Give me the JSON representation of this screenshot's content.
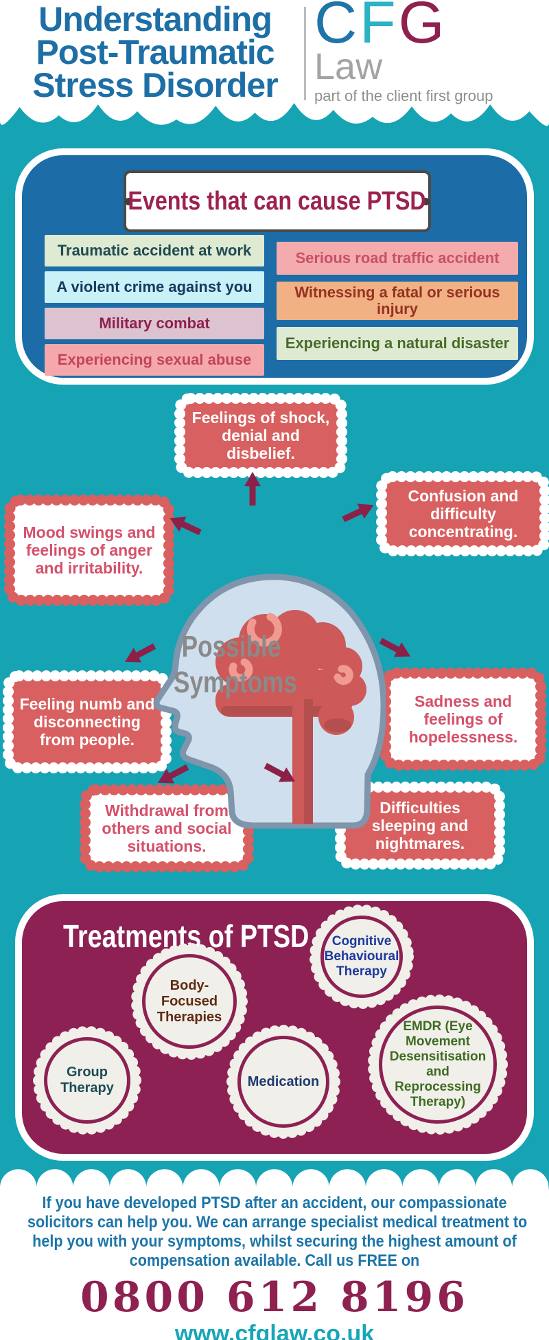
{
  "header": {
    "title_lines": [
      "Understanding",
      "Post-Traumatic",
      "Stress Disorder"
    ],
    "logo": {
      "letters": [
        {
          "ch": "C",
          "color": "#1f74a8"
        },
        {
          "ch": "F",
          "color": "#2ab3c4"
        },
        {
          "ch": "G",
          "color": "#8e2150"
        }
      ],
      "law": "Law",
      "tagline": "part of the client first group"
    }
  },
  "events": {
    "title": "Events that can cause PTSD",
    "left": [
      {
        "label": "Traumatic accident at work",
        "bg": "#dfead2",
        "color": "#1f4a52"
      },
      {
        "label": "A violent crime against you",
        "bg": "#c9f2f8",
        "color": "#173a60"
      },
      {
        "label": "Military combat",
        "bg": "#dcc3cf",
        "color": "#8e2150"
      },
      {
        "label": "Experiencing sexual abuse",
        "bg": "#f5a8ab",
        "color": "#c24458"
      }
    ],
    "right": [
      {
        "label": "Serious road traffic accident",
        "bg": "#f3abad",
        "color": "#c95068"
      },
      {
        "label": "Witnessing a fatal or serious injury",
        "bg": "#f1b185",
        "color": "#953322"
      },
      {
        "label": "Experiencing a natural disaster",
        "bg": "#dfead2",
        "color": "#486c2a"
      }
    ]
  },
  "symptoms": {
    "center_label_lines": [
      "Possible",
      "Symptoms"
    ],
    "items": [
      {
        "text": "Feelings of shock, denial and disbelief.",
        "style": "solid"
      },
      {
        "text": "Confusion and difficulty concentrating.",
        "style": "solid"
      },
      {
        "text": "Mood swings and feelings of anger and irritability.",
        "style": "outline"
      },
      {
        "text": "Feeling numb and disconnecting from people.",
        "style": "solid"
      },
      {
        "text": "Sadness and feelings of hopelessness.",
        "style": "outline"
      },
      {
        "text": "Withdrawal from others and social situations.",
        "style": "outline"
      },
      {
        "text": "Difficulties sleeping and nightmares.",
        "style": "solid"
      }
    ]
  },
  "treatments": {
    "title": "Treatments of PTSD",
    "items": [
      {
        "label": "Cognitive Behavioural Therapy",
        "color": "#1e3a9e"
      },
      {
        "label": "Body-Focused Therapies",
        "color": "#5f2b13"
      },
      {
        "label": "Group Therapy",
        "color": "#1d4d55"
      },
      {
        "label": "Medication",
        "color": "#1d3a70"
      },
      {
        "label": "EMDR (Eye Movement Desensitisation and Reprocessing Therapy)",
        "color": "#3e6b22"
      }
    ]
  },
  "footer": {
    "lines": [
      "If you have developed PTSD after an accident, our compassionate",
      "solicitors can help you. We can arrange specialist medical treatment to",
      "help you with your symptoms, whilst securing the highest amount of",
      "compensation available. Call us FREE on"
    ],
    "phone": "0800 612 8196",
    "website": "www.cfglaw.co.uk"
  },
  "colors": {
    "teal_background": "#16a3b4",
    "events_panel_blue": "#1b6ca7",
    "treatments_maroon": "#8d2153",
    "symptom_red": "#d96060",
    "arrow_maroon": "#8c2048",
    "title_blue": "#1d6fa6",
    "heading_maroon": "#9c2150"
  }
}
